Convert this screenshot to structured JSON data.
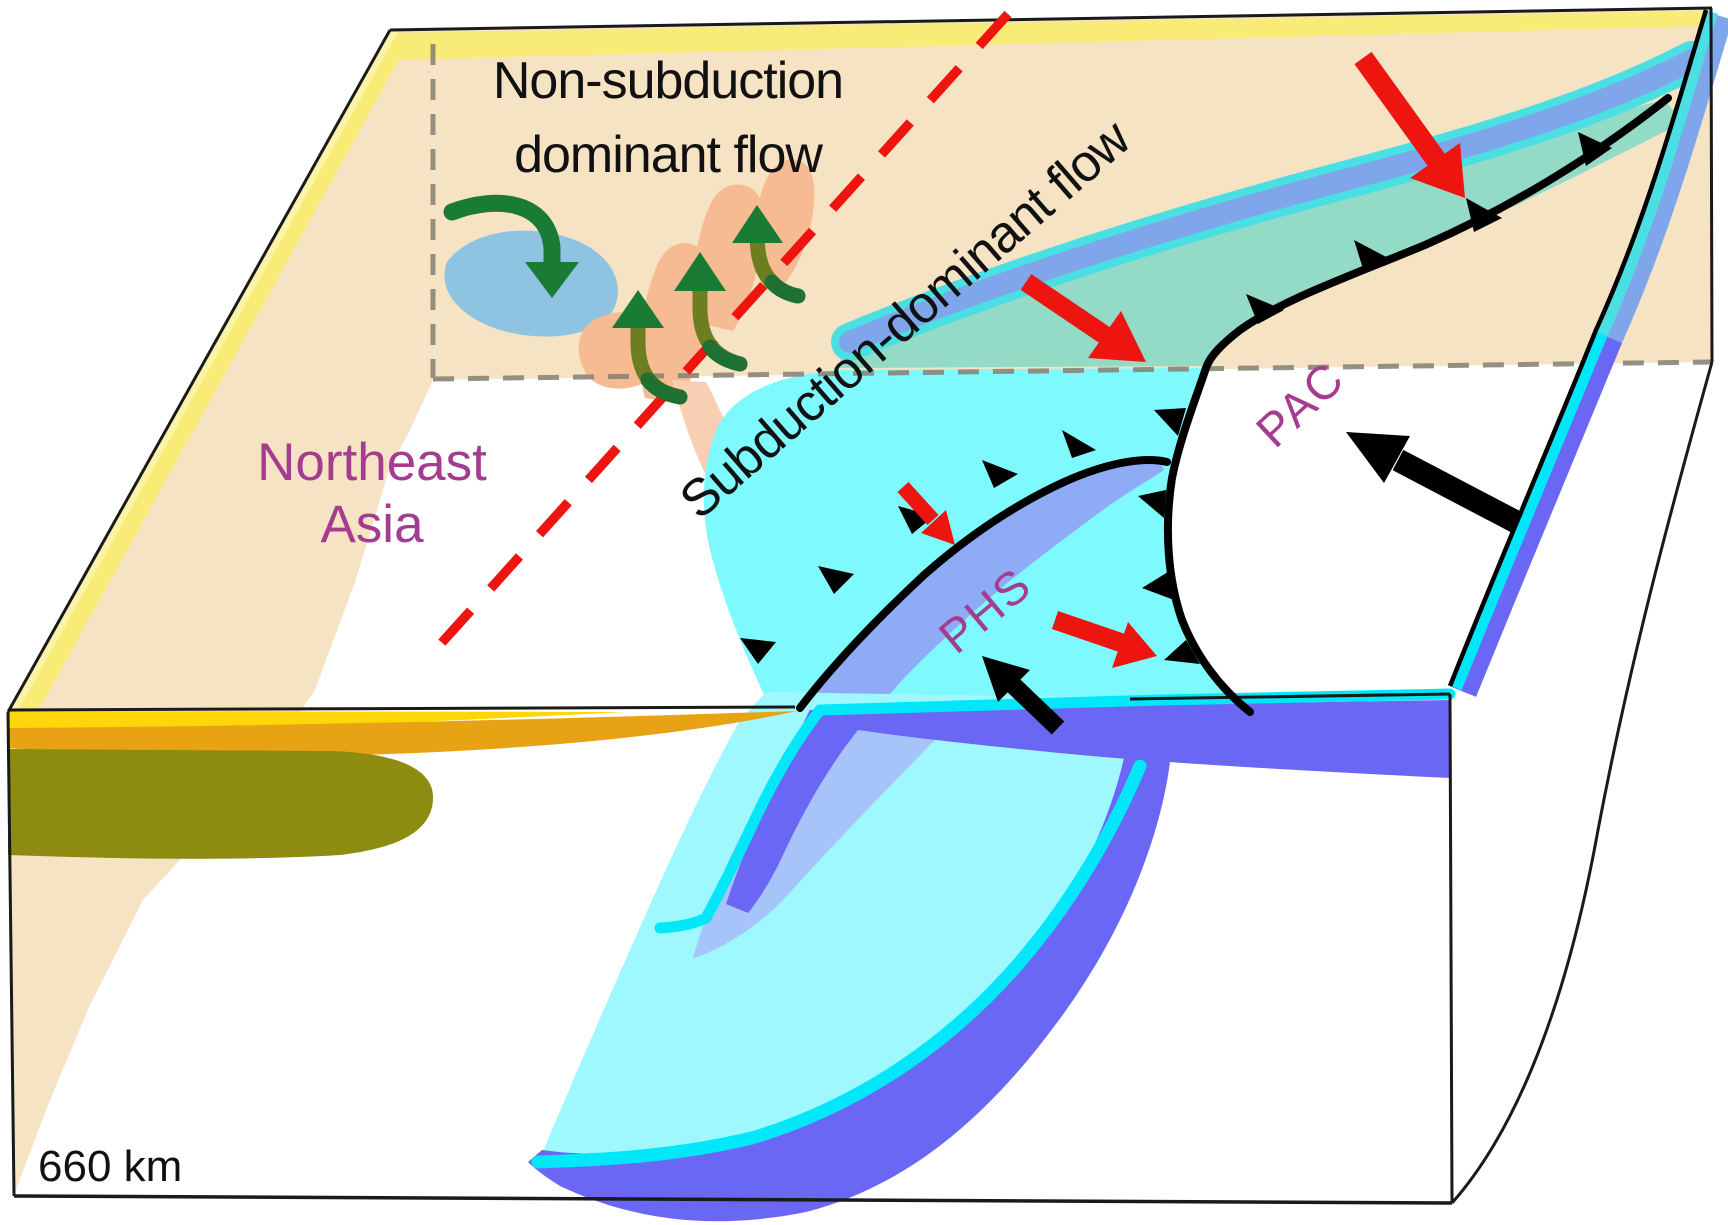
{
  "diagram": {
    "title": "Mantle flow regimes beneath Northeast Asia (3-D subduction block diagram)",
    "flow_labels": {
      "non_subduction_line1": "Non-subduction",
      "non_subduction_line2": "dominant flow",
      "subduction": "Subduction-dominant flow"
    },
    "region_labels": {
      "northeast_asia_line1": "Northeast",
      "northeast_asia_line2": "Asia"
    },
    "plate_labels": {
      "phs": "PHS",
      "pac": "PAC"
    },
    "depth_label": "660 km",
    "colors": {
      "background": "#FFFFFF",
      "continental_surface_tan": "#F6E3C3",
      "crust_edge_yellow": "#F8EC76",
      "lithosphere_yellow": "#FFD60A",
      "lithosphere_amber": "#E8A315",
      "craton_root_olive": "#8D8C10",
      "slab_map_cyan": "#7EFAFF",
      "slab_under_plate_teal": "#93DBC6",
      "slab_deep_pale_cyan": "#A0F8FF",
      "slab_edge_bright_cyan": "#00E7FA",
      "slab_crust_purple": "#6A67F4",
      "phs_slab_blue": "#8FABF5",
      "phs_slab_light_blue": "#A6C3FA",
      "muted_band_cyan": "#4ADFE2",
      "muted_band_blue": "#7FA6EA",
      "plume_peach": "#F6BB92",
      "plume_conduit_peach": "#F9CFB3",
      "upwelling_region_blue": "#8FC3E2",
      "arrow_green": "#1A7B34",
      "arrow_green_olive": "#6E7D1F",
      "arrow_red": "#EE1511",
      "arrow_black": "#000000",
      "label_purple": "#A43C8F",
      "dashed_gray": "#8A8578",
      "dashed_red": "#EE1511"
    },
    "icons": [
      {
        "name": "downwelling-arrow-icon",
        "color": "#1A7B34",
        "direction": "down"
      },
      {
        "name": "upwelling-arrow-icon",
        "color": "#1A7B34",
        "direction": "up",
        "count": 3
      },
      {
        "name": "mantle-flow-arrow-icon",
        "color": "#EE1511",
        "direction": "trench-ward",
        "count": 4
      },
      {
        "name": "plate-motion-arrow-icon",
        "color": "#000000",
        "direction": "northwest",
        "count": 2
      },
      {
        "name": "trench-teeth-icon",
        "color": "#000000",
        "meaning": "subduction trench"
      }
    ]
  }
}
